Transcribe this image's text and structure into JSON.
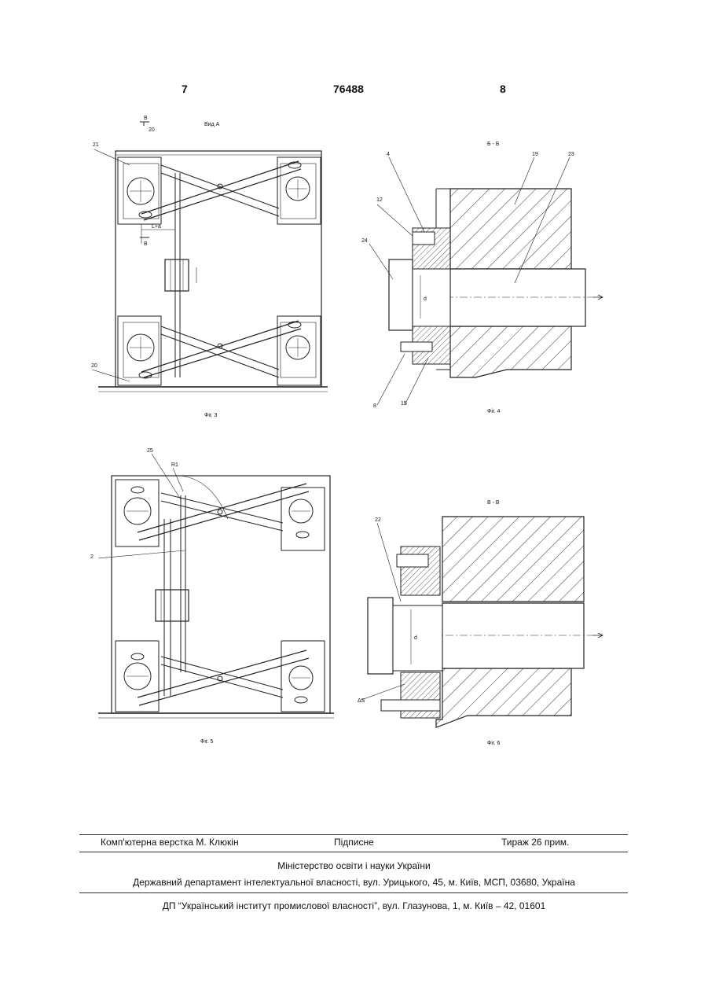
{
  "header": {
    "page_left": "7",
    "patent_number": "76488",
    "page_right": "8"
  },
  "fig3": {
    "caption": "Фіг. 3",
    "view_title": "Вид А",
    "section_mark": "В",
    "labels": [
      "21",
      "20",
      "20"
    ],
    "dim_label": "L+a"
  },
  "fig4": {
    "caption": "Фіг. 4",
    "section_title": "Б - Б",
    "labels": [
      "4",
      "19",
      "23",
      "12",
      "24",
      "8",
      "15"
    ],
    "dim_label": "d"
  },
  "fig5": {
    "caption": "Фіг. 5",
    "labels": [
      "25",
      "R1",
      "2"
    ]
  },
  "fig6": {
    "caption": "Фіг. 6",
    "section_title": "В - В",
    "labels": [
      "22",
      "ΔS"
    ],
    "dim_label": "d"
  },
  "footer": {
    "typesetter": "Комп'ютерна верстка М. Клюкін",
    "signed": "Підписне",
    "circulation": "Тираж 26 прим.",
    "ministry": "Міністерство освіти і науки України",
    "department": "Державний департамент інтелектуальної власності, вул. Урицького, 45, м. Київ, МСП, 03680, Україна",
    "institute": "ДП “Український інститут промислової власності”, вул. Глазунова, 1, м. Київ – 42, 01601"
  }
}
